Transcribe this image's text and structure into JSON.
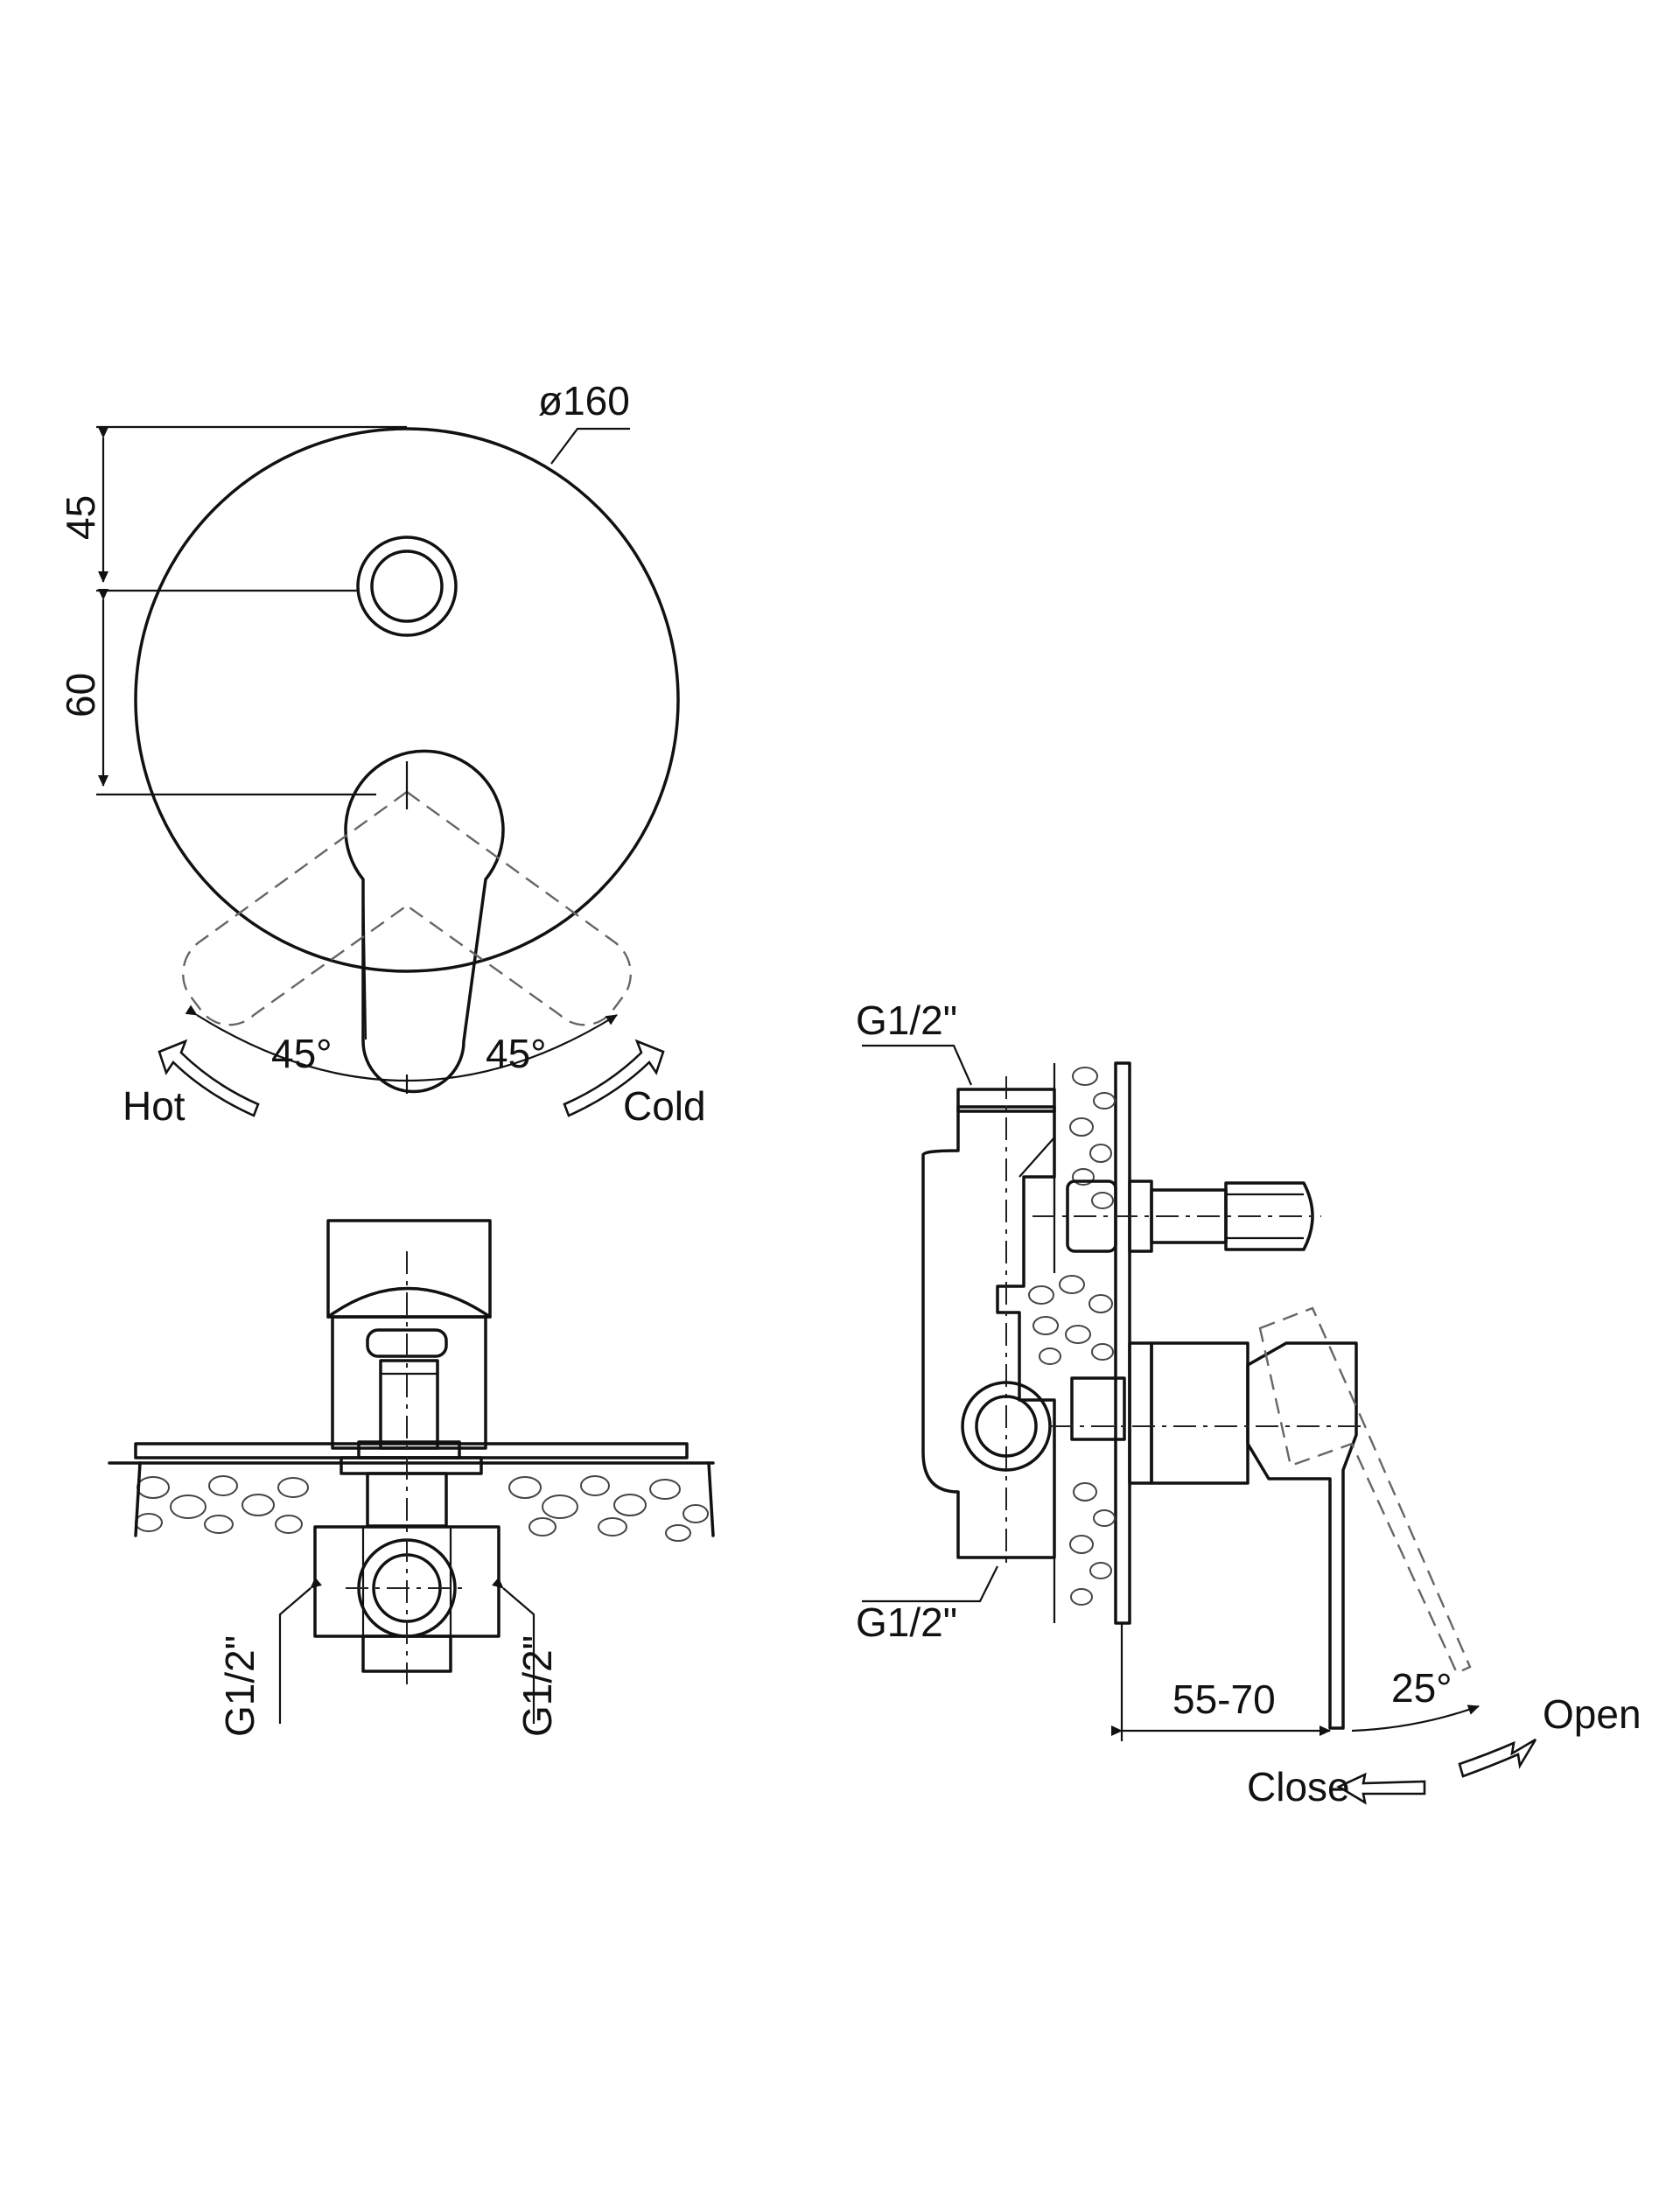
{
  "front_view": {
    "diameter_label": "ø160",
    "dim_top": "45",
    "dim_mid": "60",
    "angle_left": "45°",
    "angle_right": "45°",
    "hot_label": "Hot",
    "cold_label": "Cold"
  },
  "bottom_view": {
    "thread_left": "G1/2\"",
    "thread_right": "G1/2\""
  },
  "side_view": {
    "thread_top": "G1/2\"",
    "thread_bottom": "G1/2\"",
    "depth_label": "55-70",
    "angle_label": "25°",
    "open_label": "Open",
    "close_label": "Close"
  },
  "colors": {
    "line": "#111111",
    "background": "#ffffff"
  }
}
